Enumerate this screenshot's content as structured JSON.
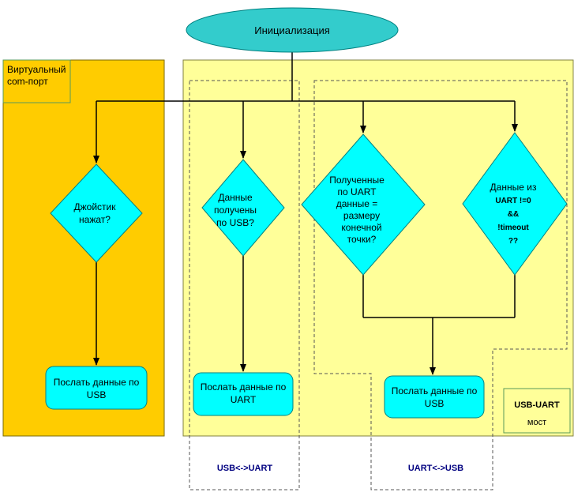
{
  "colors": {
    "left_panel": "#FFCC00",
    "right_panel": "#FFFF99",
    "node_fill": "#00FFFF",
    "node_stroke": "#008080",
    "ellipse_fill": "#33CCCC",
    "line": "#000000",
    "caption_text": "#000080"
  },
  "nodes": {
    "init": "Инициализация",
    "virtual_port": [
      "Виртуальный",
      "com-порт"
    ],
    "joystick": [
      "Джойстик",
      "нажат?"
    ],
    "usb_received": [
      "Данные",
      "получены",
      "по USB?"
    ],
    "uart_received": [
      "Полученные",
      "по UART",
      "данные =",
      "размеру",
      "конечной",
      "точки?"
    ],
    "uart_timeout": [
      "Данные из",
      "UART !=0",
      "&&",
      "!timeout",
      "??"
    ],
    "send_usb_left": [
      "Послать данные по",
      "USB"
    ],
    "send_uart": [
      "Послать данные по",
      "UART"
    ],
    "send_usb_right": [
      "Послать данные по",
      "USB"
    ],
    "bridge": [
      "USB-UART",
      "мост"
    ]
  },
  "captions": {
    "usb_to_uart": "USB<->UART",
    "uart_to_usb": "UART<->USB"
  }
}
